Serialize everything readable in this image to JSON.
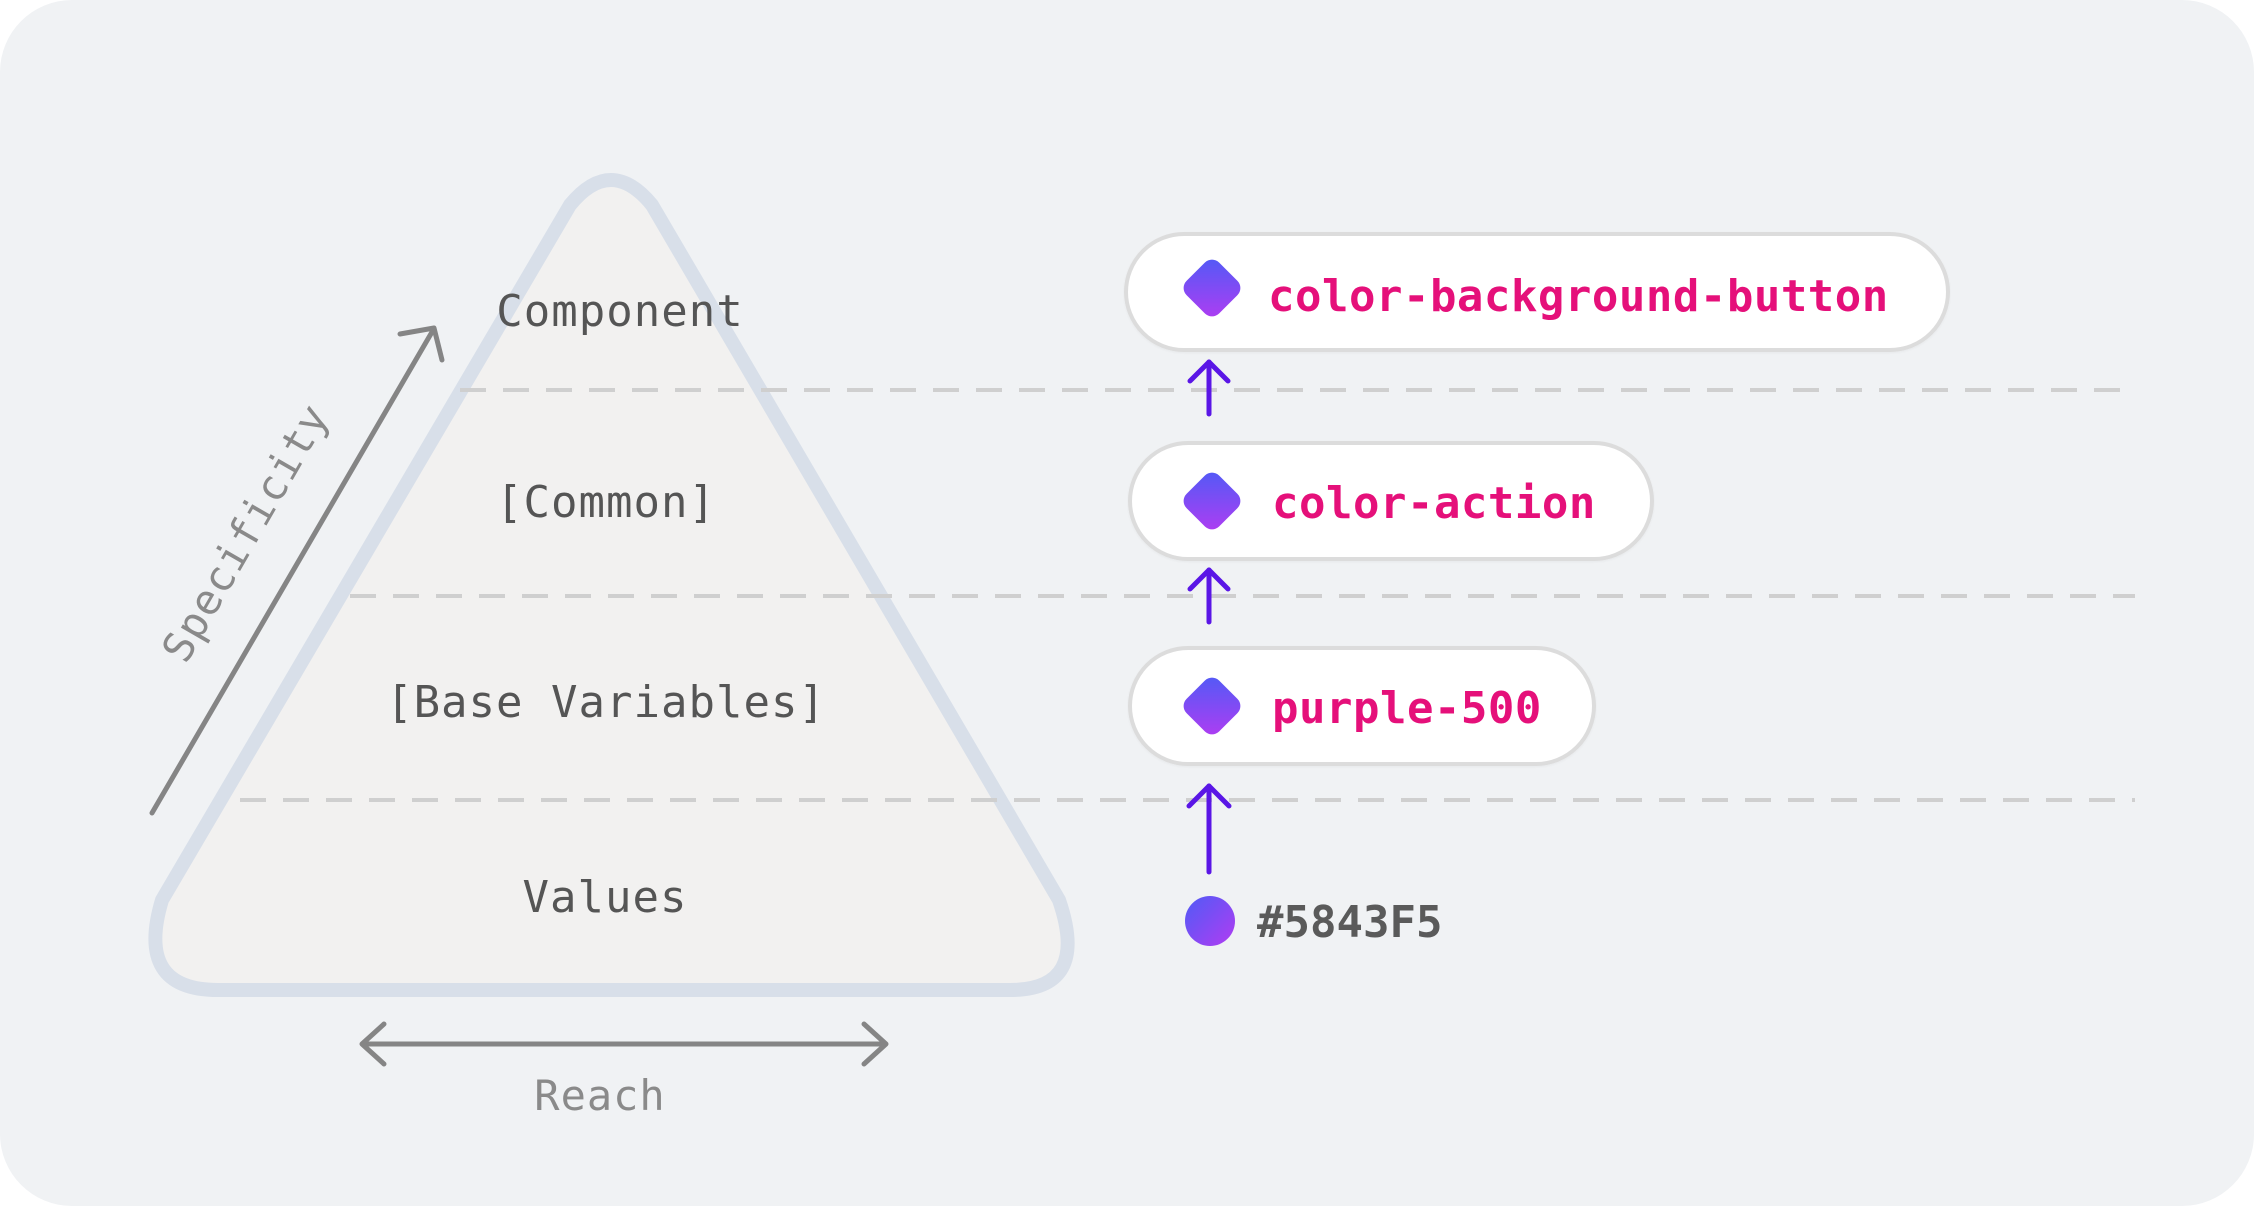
{
  "pyramid": {
    "layers": [
      "Component",
      "[Common]",
      "[Base Variables]",
      "Values"
    ]
  },
  "axes": {
    "vertical": "Specificity",
    "horizontal": "Reach"
  },
  "tokens": [
    {
      "name": "color-background-button"
    },
    {
      "name": "color-action"
    },
    {
      "name": "purple-500"
    }
  ],
  "value": {
    "hex": "#5843F5"
  },
  "colors": {
    "card_background": "#f0f2f4",
    "pyramid_fill": "#f2f1f0",
    "pyramid_stroke": "#d8dfe9",
    "token_text": "#e5107a",
    "arrow": "#5a16e6",
    "gradient_start": "#4f5bf6",
    "gradient_end": "#b13cf2",
    "divider": "#cfcfcf",
    "axis": "#858585"
  },
  "icons": {
    "token": "diamond-icon",
    "value": "circle-swatch-icon",
    "link": "arrow-up-icon"
  }
}
